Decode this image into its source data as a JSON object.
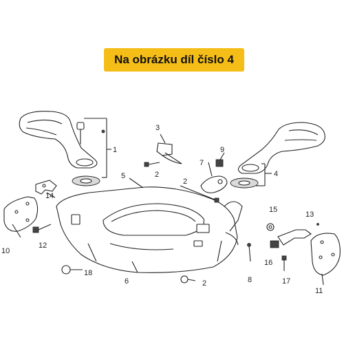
{
  "banner": {
    "title": "Na obrázku díl číslo 4",
    "color": "#f5bd17"
  },
  "callouts": [
    "1",
    "2",
    "3",
    "4",
    "5",
    "6",
    "7",
    "8",
    "9",
    "10",
    "11",
    "12",
    "13",
    "14",
    "15",
    "16",
    "17",
    "18"
  ],
  "callouts_repeated": [
    "2",
    "2",
    "2"
  ]
}
